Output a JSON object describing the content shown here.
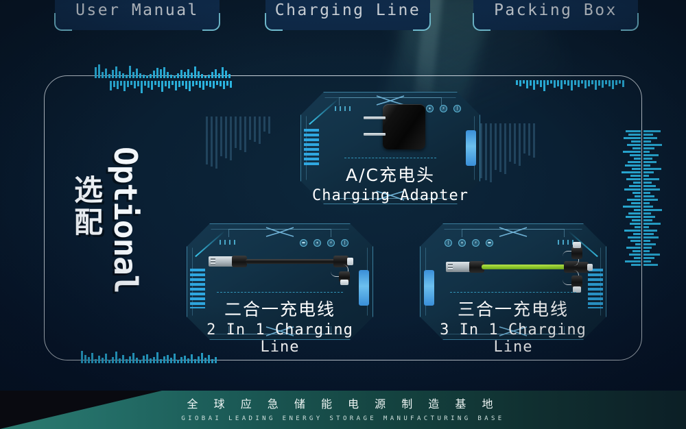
{
  "top_chips": [
    {
      "label": "User Manual"
    },
    {
      "label": "Charging Line"
    },
    {
      "label": "Packing Box"
    }
  ],
  "side_label": {
    "english": "Optional",
    "chinese": "选配"
  },
  "cards": [
    {
      "id": "charging-adapter",
      "title_zh": "A/C充电头",
      "title_en": "Charging Adapter",
      "badges": [
        "▬",
        "✦",
        "⚡",
        "❘"
      ]
    },
    {
      "id": "2-in-1-charging-line",
      "title_zh": "二合一充电线",
      "title_en": "2 In 1 Charging Line",
      "badges": [
        "▬",
        "✦",
        "⚡",
        "❘"
      ]
    },
    {
      "id": "3-in-1-charging-line",
      "title_zh": "三合一充电线",
      "title_en": "3 In 1 Charging Line",
      "badges": [
        "❘",
        "✦",
        "⚡",
        "▬"
      ]
    }
  ],
  "footer": {
    "chinese": "全 球 应 急 储 能 电 源 制 造 基 地",
    "english": "GIOBAI LEADING ENERGY STORAGE MANUFACTURING BASE"
  },
  "colors": {
    "background": "#07172b",
    "panel_border": "#c9d2da",
    "card_border": "#3b7f9e",
    "accent_cyan": "#2bb4e0",
    "chip_fill": "#12355c",
    "chip_corner": "#7fd4e8",
    "footer_teal": "#2c7b70",
    "cable_green": "#8cc62b",
    "text_white": "#ffffff"
  },
  "waveforms": {
    "top_left_up": [
      16,
      20,
      9,
      14,
      6,
      12,
      17,
      10,
      7,
      5,
      18,
      9,
      14,
      7,
      5,
      4,
      6,
      11,
      15,
      13,
      16,
      9,
      5,
      4,
      7,
      12,
      9,
      13,
      8,
      17,
      10,
      6,
      3,
      5,
      9,
      13,
      7,
      16,
      11,
      6
    ],
    "top_left_down": [
      14,
      9,
      12,
      7,
      15,
      9,
      6,
      11,
      8,
      18,
      7,
      10,
      13,
      6,
      9,
      16,
      8,
      11,
      6,
      14,
      9,
      7,
      12,
      15,
      8,
      6,
      10,
      13,
      7,
      9,
      11,
      6,
      8,
      12,
      7,
      10
    ],
    "top_right": [
      7,
      9,
      5,
      12,
      8,
      14,
      6,
      10,
      16,
      7,
      5,
      11,
      9,
      13,
      6,
      8,
      15,
      7,
      10,
      5,
      12,
      9,
      6,
      14,
      8,
      11,
      6,
      9,
      13,
      7,
      5,
      10
    ],
    "bottom_left": [
      18,
      12,
      9,
      15,
      6,
      11,
      8,
      14,
      5,
      9,
      17,
      7,
      12,
      6,
      10,
      15,
      8,
      5,
      11,
      13,
      7,
      9,
      16,
      6,
      10,
      12,
      8,
      14,
      5,
      9,
      11,
      7,
      13,
      6,
      10,
      15,
      8,
      12,
      6,
      9
    ],
    "right_col_a": [
      22,
      18,
      25,
      14,
      20,
      12,
      26,
      16,
      10,
      19,
      23,
      13,
      28,
      15,
      21,
      11,
      17,
      24,
      12,
      9,
      20,
      14,
      26,
      10,
      18,
      22,
      13,
      16,
      9,
      24,
      11,
      19,
      15,
      8,
      21,
      12,
      17,
      10,
      23,
      14
    ],
    "right_col_b": [
      25,
      14,
      20,
      11,
      27,
      16,
      9,
      22,
      13,
      19,
      10,
      26,
      15,
      8,
      23,
      12,
      18,
      24,
      10,
      16,
      21,
      9,
      14,
      27,
      11,
      17,
      13,
      25,
      8,
      20,
      15,
      22,
      10,
      18,
      12,
      9,
      24,
      16,
      11,
      21
    ]
  }
}
